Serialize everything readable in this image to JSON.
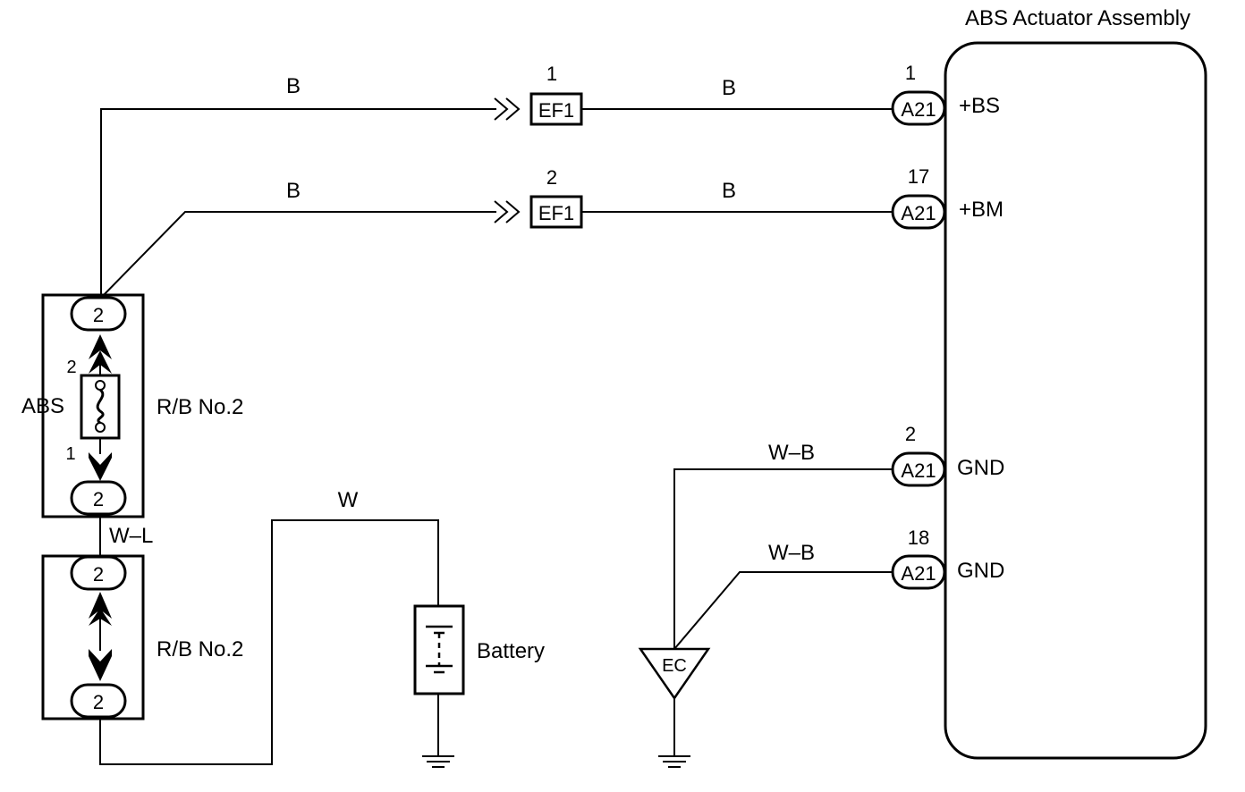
{
  "assembly": {
    "title": "ABS Actuator Assembly",
    "pins": [
      {
        "number": "1",
        "connector": "A21",
        "signal": "+BS",
        "wire_color": "B"
      },
      {
        "number": "17",
        "connector": "A21",
        "signal": "+BM",
        "wire_color": "B"
      },
      {
        "number": "2",
        "connector": "A21",
        "signal": "GND",
        "wire_color": "W–B"
      },
      {
        "number": "18",
        "connector": "A21",
        "signal": "GND",
        "wire_color": "W–B"
      }
    ]
  },
  "ef1_top": {
    "pin": "1",
    "label": "EF1",
    "wire_in": "B"
  },
  "ef1_bottom": {
    "pin": "2",
    "label": "EF1",
    "wire_in": "B"
  },
  "relay_box_upper": {
    "label": "R/B No.2",
    "fuse_label": "ABS",
    "terminal_top": "2",
    "terminal_bottom": "2",
    "fuse_pin_top": "2",
    "fuse_pin_bottom": "1"
  },
  "link_wire": "W–L",
  "relay_box_lower": {
    "label": "R/B No.2",
    "terminal_top": "2",
    "terminal_bottom": "2"
  },
  "battery": {
    "label": "Battery",
    "wire_color": "W"
  },
  "ground_point": {
    "label": "EC"
  }
}
